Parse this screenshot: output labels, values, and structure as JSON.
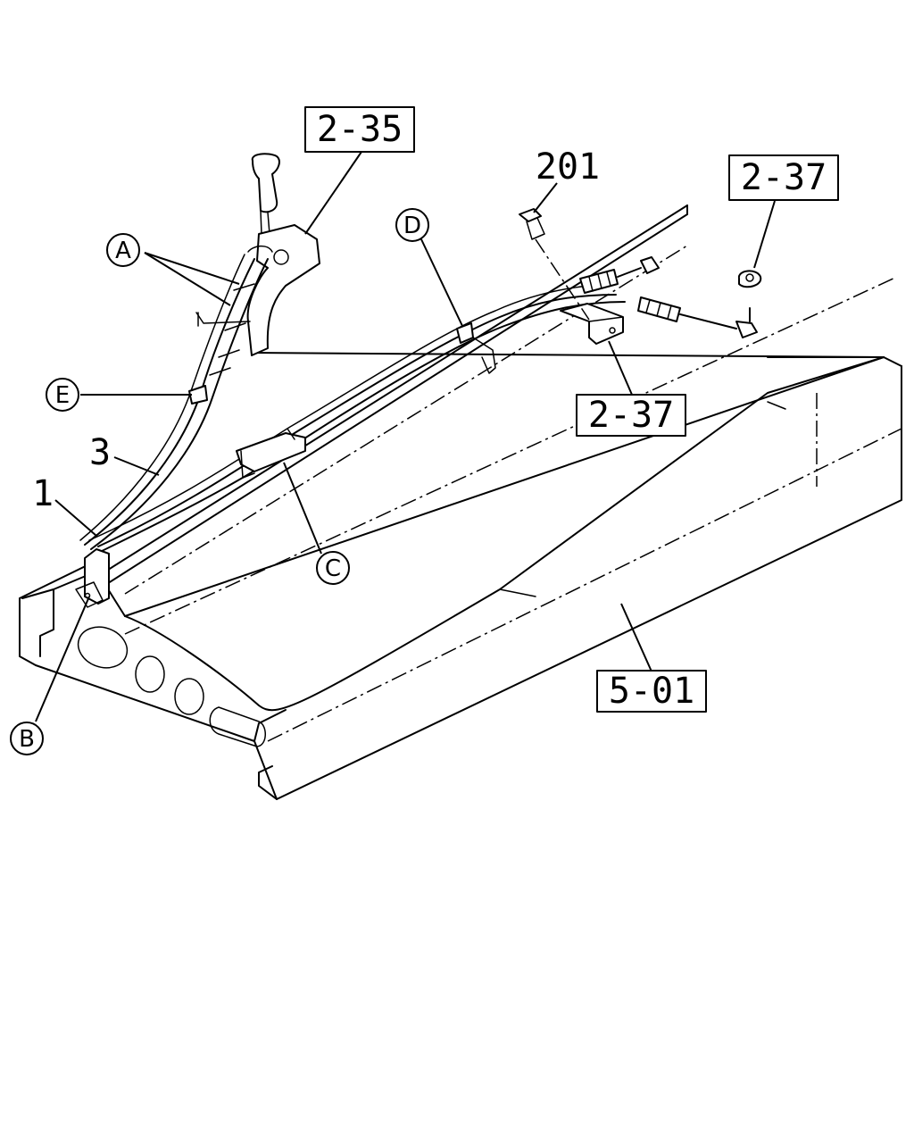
{
  "callouts": {
    "ref_2_35": "2-35",
    "ref_2_37_top": "2-37",
    "ref_2_37_mid": "2-37",
    "ref_5_01": "5-01",
    "part_201": "201",
    "part_3": "3",
    "part_1": "1"
  },
  "circle_labels": {
    "a": "A",
    "b": "B",
    "c": "C",
    "d": "D",
    "e": "E"
  }
}
